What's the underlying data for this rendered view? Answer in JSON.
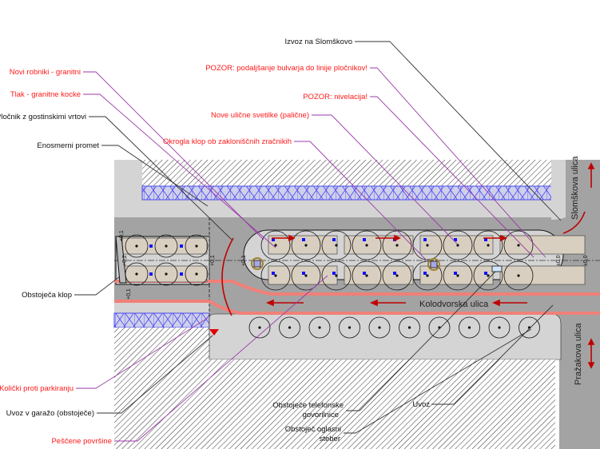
{
  "labels": {
    "izvoz_slomskovo": "Izvoz na Slomškovo",
    "pozor_podaljsanje": "POZOR: podaljšanje bulvarja do linije pločnikov!",
    "novi_robniki": "Novi robniki - granitni",
    "tlak": "Tlak - granitne kocke",
    "plocnik": "Pločnik z gostinskimi vrtovi",
    "pozor_nivelacija": "POZOR: nivelacija!",
    "svetilke": "Nove ulične svetilke (palične)",
    "okrogla_klop": "Okrogla klop ob zakloniščnih zračnikih",
    "enosmerni": "Enosmerni promet",
    "obstojeca_klop": "Obstoječa klop",
    "kolicki": "Količki proti parkiranju",
    "uvoz_garaza": "Uvoz v garažo (obstoječe)",
    "pescene": "Peščene površine",
    "telefonske_1": "Obstoječe telefonske",
    "telefonske_2": "govorilnice",
    "steber_1": "Obstoječ oglasni",
    "steber_2": "steber",
    "uvoz": "Uvoz"
  },
  "streets": {
    "kolodvorska": "Kolodvorska ulica",
    "slomskova": "Slomškova ulica",
    "prazakova": "Pražakova ulica"
  },
  "elevations": {
    "left_top": "+0,1",
    "left_bottom": "+0,1",
    "left_mid": "+0,2",
    "gap_mid": "+0,1",
    "blvd_left": "+0,1",
    "blvd_right": "±0,0",
    "street_right": "±0,0"
  },
  "colors": {
    "road": "#a3a3a3",
    "sidewalk": "#d4d4d4",
    "paving": "#d9cfc0",
    "curb": "#f08078",
    "arrow": "#c00000",
    "leader_red": "#9a3aa8",
    "leader_black": "#333333",
    "blue_strip": "#4a4af0"
  }
}
